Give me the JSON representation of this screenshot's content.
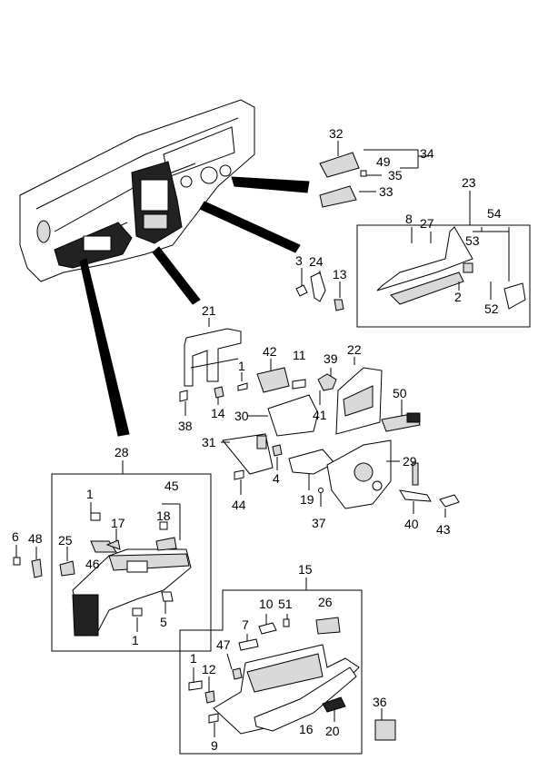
{
  "diagram": {
    "callouts": {
      "c1a": "1",
      "c1b": "1",
      "c1c": "1",
      "c1d": "1",
      "c2": "2",
      "c3": "3",
      "c4": "4",
      "c5": "5",
      "c6": "6",
      "c7": "7",
      "c8": "8",
      "c9": "9",
      "c10": "10",
      "c11": "11",
      "c12": "12",
      "c13": "13",
      "c14": "14",
      "c15": "15",
      "c16": "16",
      "c17": "17",
      "c18": "18",
      "c19": "19",
      "c20": "20",
      "c21": "21",
      "c22": "22",
      "c23": "23",
      "c24": "24",
      "c25": "25",
      "c26": "26",
      "c27": "27",
      "c28": "28",
      "c29": "29",
      "c30": "30",
      "c31": "31",
      "c32": "32",
      "c33": "33",
      "c34": "34",
      "c35": "35",
      "c36": "36",
      "c37": "37",
      "c38": "38",
      "c39": "39",
      "c40": "40",
      "c41": "41",
      "c42": "42",
      "c43": "43",
      "c44": "44",
      "c45": "45",
      "c46": "46",
      "c47": "47",
      "c48": "48",
      "c49": "49",
      "c50": "50",
      "c51": "51",
      "c52": "52",
      "c53": "53",
      "c54": "54"
    }
  }
}
